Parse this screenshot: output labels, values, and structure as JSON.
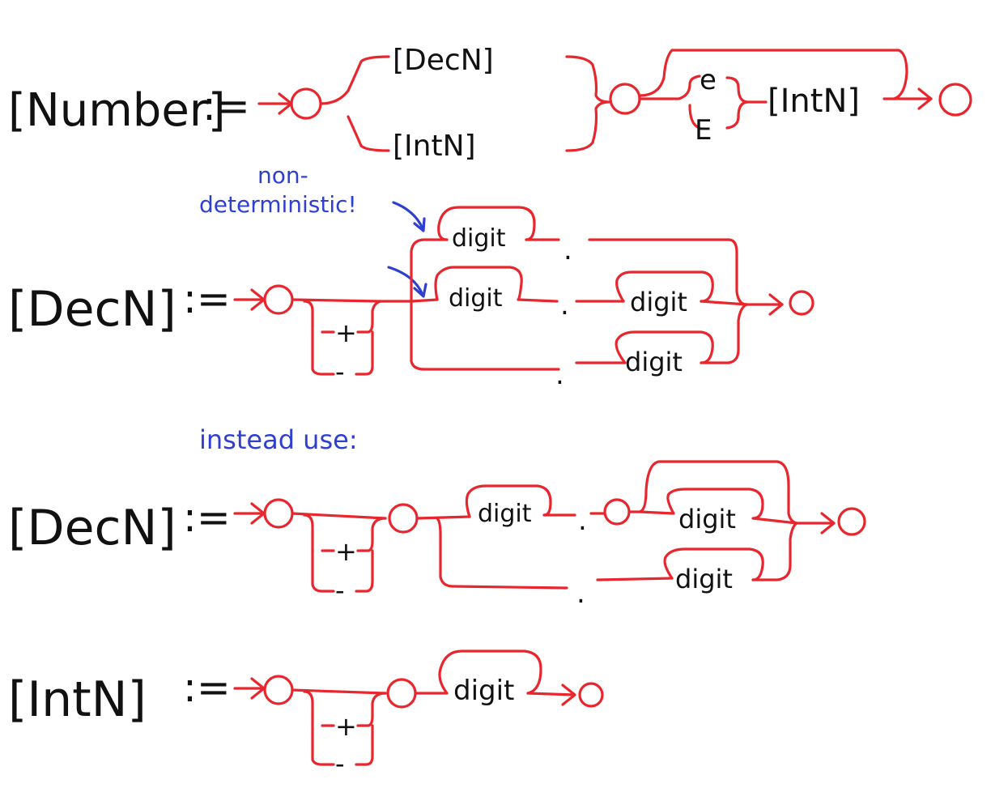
{
  "colors": {
    "rail": "#e8262e",
    "text": "#111111",
    "note": "#2f3fd0",
    "background": "#ffffff"
  },
  "defines": ":=",
  "number": {
    "lhs": "[Number]",
    "decn_ref": "[DecN]",
    "intn_ref": "[IntN]",
    "exp_lower": "e",
    "exp_upper": "E",
    "exp_intn_ref": "[IntN]"
  },
  "decn_bad": {
    "lhs": "[DecN]",
    "plus": "+",
    "minus": "-",
    "digit_1": "digit",
    "dot_1": ".",
    "digit_2": "digit",
    "dot_2": ".",
    "digit_3": "digit",
    "dot_3": ".",
    "digit_4": "digit",
    "note_line_1": "non-",
    "note_line_2": "deterministic!"
  },
  "instead": {
    "label": "instead use:"
  },
  "decn_good": {
    "lhs": "[DecN]",
    "plus": "+",
    "minus": "-",
    "digit_1": "digit",
    "dot_1": ".",
    "digit_2": "digit",
    "dot_2": ".",
    "digit_3": "digit"
  },
  "intn": {
    "lhs": "[IntN]",
    "plus": "+",
    "minus": "-",
    "digit": "digit"
  }
}
